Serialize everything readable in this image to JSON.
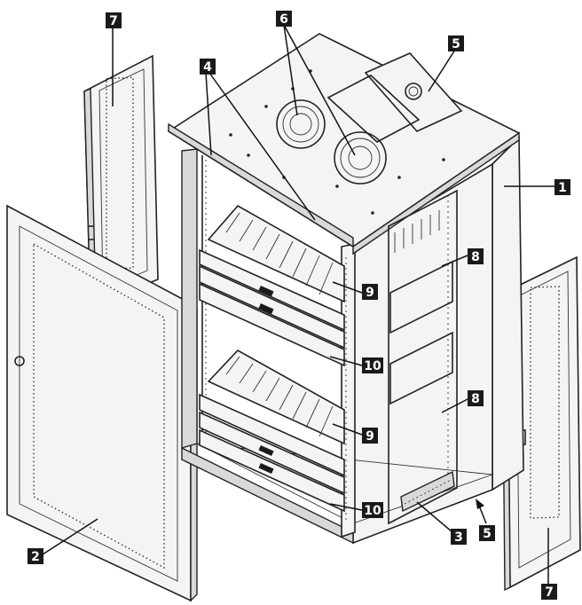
{
  "callouts": {
    "c1": "1",
    "c2": "2",
    "c3": "3",
    "c4": "4",
    "c5a": "5",
    "c5b": "5",
    "c6": "6",
    "c7a": "7",
    "c7b": "7",
    "c8a": "8",
    "c8b": "8",
    "c9a": "9",
    "c9b": "9",
    "c10a": "10",
    "c10b": "10"
  }
}
